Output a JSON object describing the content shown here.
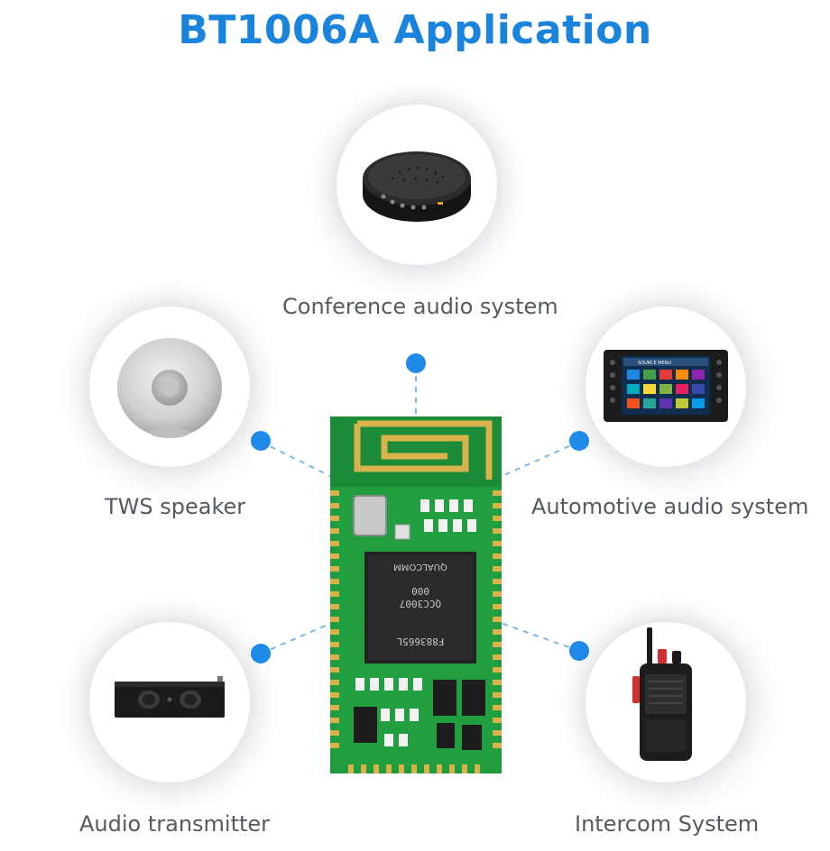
{
  "title": "BT1006A Application",
  "applications": [
    {
      "id": "conference",
      "label": "Conference audio system",
      "icon": "conference-speakerphone-icon"
    },
    {
      "id": "tws",
      "label": "TWS speaker",
      "icon": "tws-speaker-icon"
    },
    {
      "id": "automotive",
      "label": "Automotive audio system",
      "icon": "car-stereo-icon"
    },
    {
      "id": "transmitter",
      "label": "Audio transmitter",
      "icon": "audio-transmitter-icon"
    },
    {
      "id": "intercom",
      "label": "Intercom System",
      "icon": "walkie-talkie-icon"
    }
  ],
  "module": {
    "chip_lines": [
      "F883665L",
      "QCC3007",
      "000",
      "QUALCOMM"
    ],
    "car_screen_text": "SOURCE MENU"
  },
  "colors": {
    "accent": "#1a84dc",
    "dot": "#1f8ae8",
    "pcb": "#1f9a3e",
    "gold": "#d9b24c"
  }
}
